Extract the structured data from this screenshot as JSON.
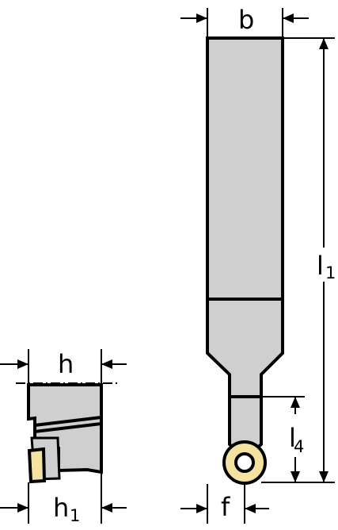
{
  "labels": {
    "b": "b",
    "h": "h",
    "h1_main": "h",
    "h1_sub": "1",
    "l1_main": "l",
    "l1_sub": "1",
    "l4_main": "l",
    "l4_sub": "4",
    "f": "f"
  },
  "colors": {
    "body_fill": "#cfcfcf",
    "outline": "#000000",
    "insert_fill": "#f4e2a0",
    "arrow": "#000000"
  }
}
